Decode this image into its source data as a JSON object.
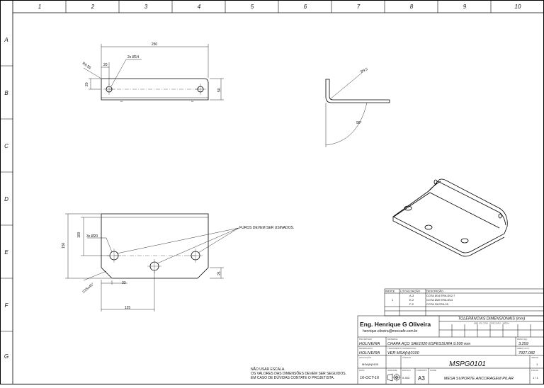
{
  "border": {
    "columns": [
      "1",
      "2",
      "3",
      "4",
      "5",
      "6",
      "7",
      "8",
      "9",
      "10"
    ],
    "rows": [
      "A",
      "B",
      "C",
      "D",
      "E",
      "F",
      "G"
    ]
  },
  "top_view": {
    "dim_length": "250",
    "dim_hole_spec": "2x Ø14",
    "dim_radius": "R6,55",
    "dim_offset": "20",
    "dim_height_left": "20",
    "dim_height_right": "50"
  },
  "side_view": {
    "dim_radius": "R9,5",
    "dim_angle": "90°"
  },
  "front_view": {
    "dim_hole_spec": "3x Ø20",
    "dim_height_outer": "150",
    "dim_height_inner": "100",
    "dim_bottom_right": "25",
    "dim_chamfer": "C25x45°",
    "dim_offset_bottom": "33",
    "dim_width_bottom": "125",
    "note": "FUROS DEVEM SER USINADOS."
  },
  "revisions": {
    "headers": [
      "INDICE",
      "LOCALIZAÇÃO",
      "DESCRIÇÃO"
    ],
    "index": "1",
    "locations": [
      "A-3",
      "E-2",
      "F-2"
    ],
    "descriptions": [
      "COTA Ø14 ERA Ø12,7",
      "COTA Ø20 ERA Ø14",
      "COTA 33 ERA 25"
    ]
  },
  "title_block": {
    "company": "Eng. Henrique G Oliveira",
    "email": "henrique.oliveira@mecsafe.com.br",
    "tolerance_title": "TOLERÂNCIAS DIMENSIONAIS (mm)",
    "tolerance_sub": "NBR ISO 2768 - PRECISÃO - MÉDIA",
    "lbl_projetado": "PROJETADO",
    "projetado": "HOLIVEIRA",
    "lbl_material": "MATERIAL",
    "material": "CHAPA AÇO SAE1020 ESPESSURA 9.500 mm",
    "lbl_peso": "PESO (kg)",
    "peso": "3.259",
    "lbl_desenhado": "DESENHADO",
    "desenhado": "HOLIVEIRA",
    "lbl_tratamento": "TRATAMENTO SUPERFICIAL",
    "tratamento": "VER MSA(H)0100",
    "lbl_area": "AREA (mm²)",
    "area": "7927.082",
    "lbl_aplicacao": "APLICAÇÃO",
    "aplicacao": "MSA(H)0100",
    "lbl_codigo": "CÓDIGO",
    "codigo": "MSPG0101",
    "lbl_indice": "INDICE",
    "indice": "1",
    "lbl_data": "DATA",
    "data": "16-OCT-16",
    "lbl_unidade": "UNIDADE",
    "lbl_escala": "ESCALA",
    "escala": "0.333",
    "lbl_formato": "FORMATO",
    "formato": "A3",
    "lbl_nome": "NOME",
    "nome": "MESA SUPORTE ANCORAGEM PILAR",
    "lbl_folha": "FOLHA",
    "folha": "1 / 1"
  },
  "notes": [
    "NÃO USAR ESCALA.",
    "OS VALORES DAS DIMENSÕES DEVEM SER SEGUIDOS.",
    "EM CASO DE DÚVIDAS CONTATE O PROJETISTA."
  ]
}
